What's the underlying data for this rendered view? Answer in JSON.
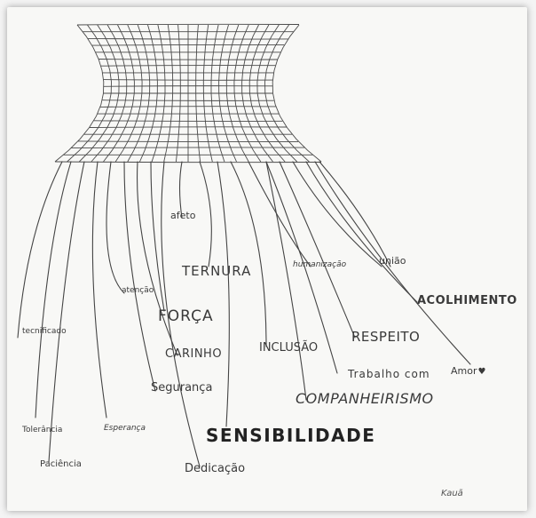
{
  "words": {
    "afeto": "afeto",
    "ternura": "TERNURA",
    "humanizacao": "humanização",
    "uniao": "união",
    "acolhimento": "ACOLHIMENTO",
    "atencao": "atenção",
    "forca": "FORÇA",
    "tecnificado": "tecnificado",
    "inclusao": "INCLUSÃO",
    "respeito": "RESPEITO",
    "carinho": "CARINHO",
    "trabalho": "Trabalho com",
    "amor": "Amor",
    "seguranca": "Segurança",
    "companheirismo": "COMPANHEIRISMO",
    "sensibilidade": "SENSIBILIDADE",
    "tolerancia": "Tolerância",
    "esperanca": "Esperança",
    "paciencia": "Paciência",
    "dedicacao": "Dedicação"
  },
  "signature": "Kauã",
  "colors": {
    "paper": "#f8f8f6",
    "ink": "#3a3a3a",
    "strong_ink": "#222222"
  },
  "icons": {
    "heart": "♥"
  }
}
